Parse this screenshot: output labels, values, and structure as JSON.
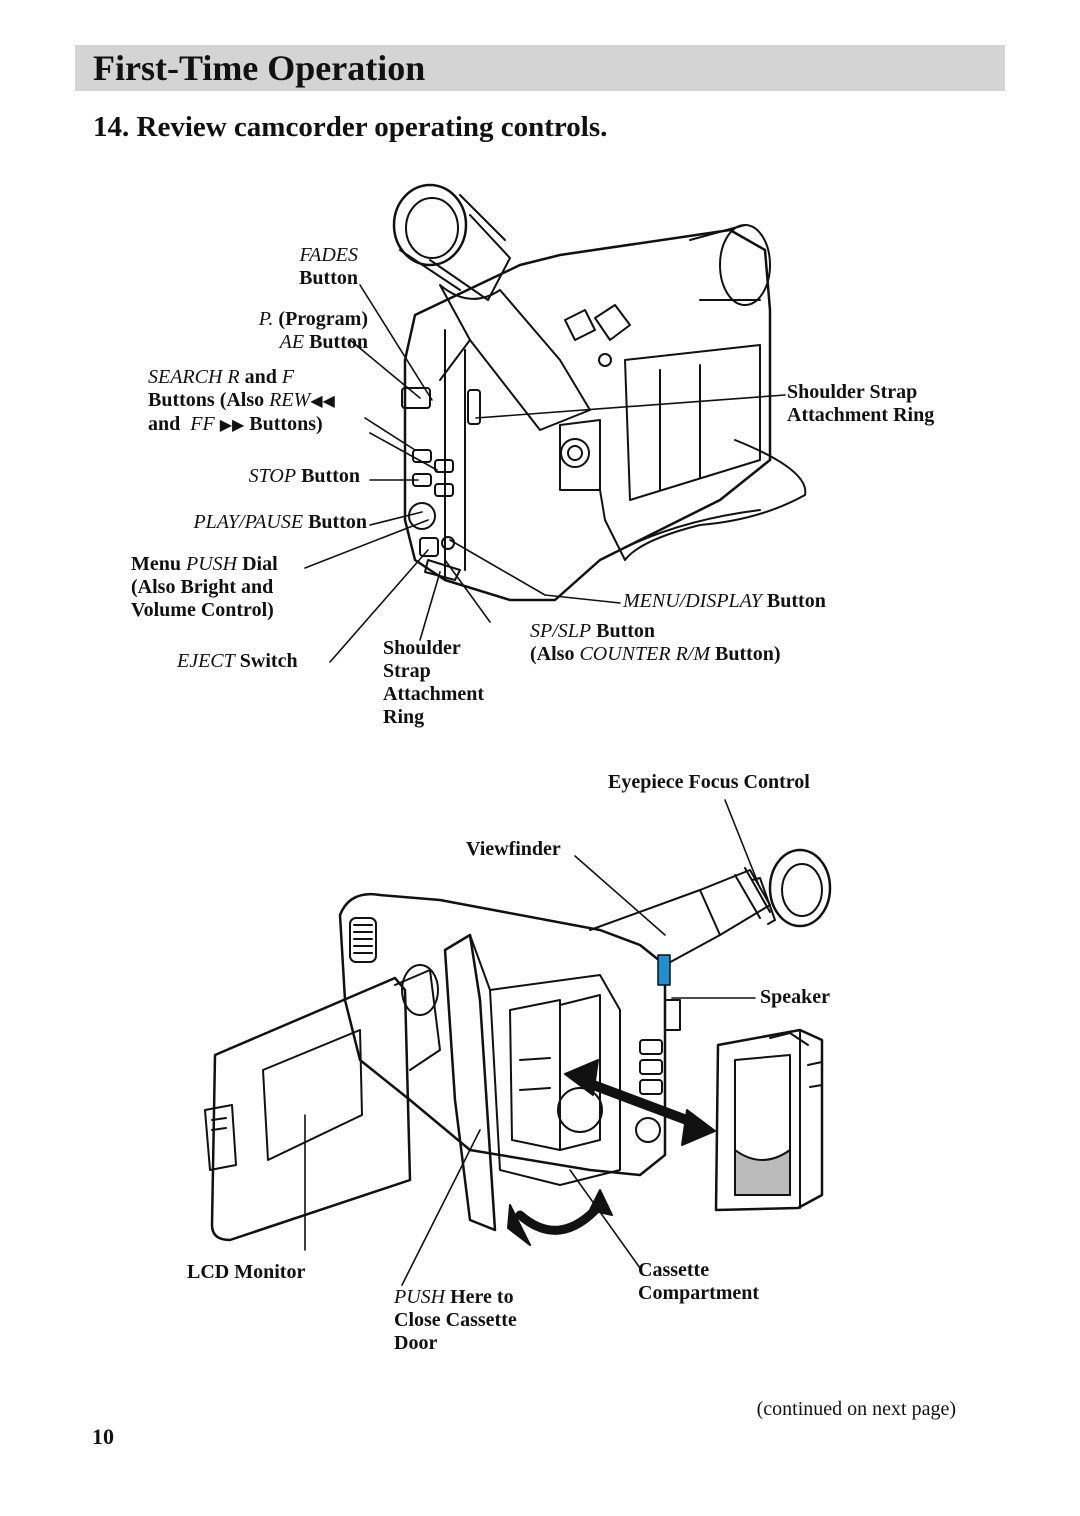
{
  "header": {
    "title": "First-Time Operation"
  },
  "step": {
    "title": "14.  Review camcorder operating controls."
  },
  "figure1": {
    "fades_em": "FADES",
    "fades_rest": "Button",
    "program_em": "P.",
    "program_rest": "(Program)",
    "ae_em": "AE",
    "ae_rest": "Button",
    "search_em1": "SEARCH R",
    "search_mid": "and",
    "search_em2": "F",
    "search_line2_pre": "Buttons (Also",
    "search_line2_em": "REW",
    "search_line3_pre": "and",
    "search_line3_em": "FF",
    "search_line3_post": "Buttons)",
    "stop_em": "STOP",
    "stop_rest": "Button",
    "playpause_em": "PLAY/PAUSE",
    "playpause_rest": "Button",
    "menu_pre": "Menu",
    "menu_em": "PUSH",
    "menu_post": "Dial",
    "menu_line2": "(Also Bright and",
    "menu_line3": "Volume Control)",
    "eject_em": "EJECT",
    "eject_rest": "Switch",
    "shoulder_bottom_1": "Shoulder",
    "shoulder_bottom_2": "Strap",
    "shoulder_bottom_3": "Attachment",
    "shoulder_bottom_4": "Ring",
    "shoulder_right_1": "Shoulder Strap",
    "shoulder_right_2": "Attachment Ring",
    "menudisplay_em": "MENU/DISPLAY",
    "menudisplay_rest": "Button",
    "spslp_em": "SP/SLP",
    "spslp_rest": "Button",
    "counter_pre": "(Also",
    "counter_em": "COUNTER R/M",
    "counter_post": "Button)"
  },
  "figure2": {
    "eyepiece": "Eyepiece Focus Control",
    "viewfinder": "Viewfinder",
    "speaker": "Speaker",
    "lcd": "LCD Monitor",
    "push_em": "PUSH",
    "push_rest": "Here to",
    "push_line2": "Close Cassette",
    "push_line3": "Door",
    "cassette_1": "Cassette",
    "cassette_2": "Compartment"
  },
  "footer": {
    "continued": "(continued on next page)",
    "page_number": "10"
  },
  "colors": {
    "header_bar": "#d4d4d4",
    "accent_blue": "#1f8fcf"
  }
}
